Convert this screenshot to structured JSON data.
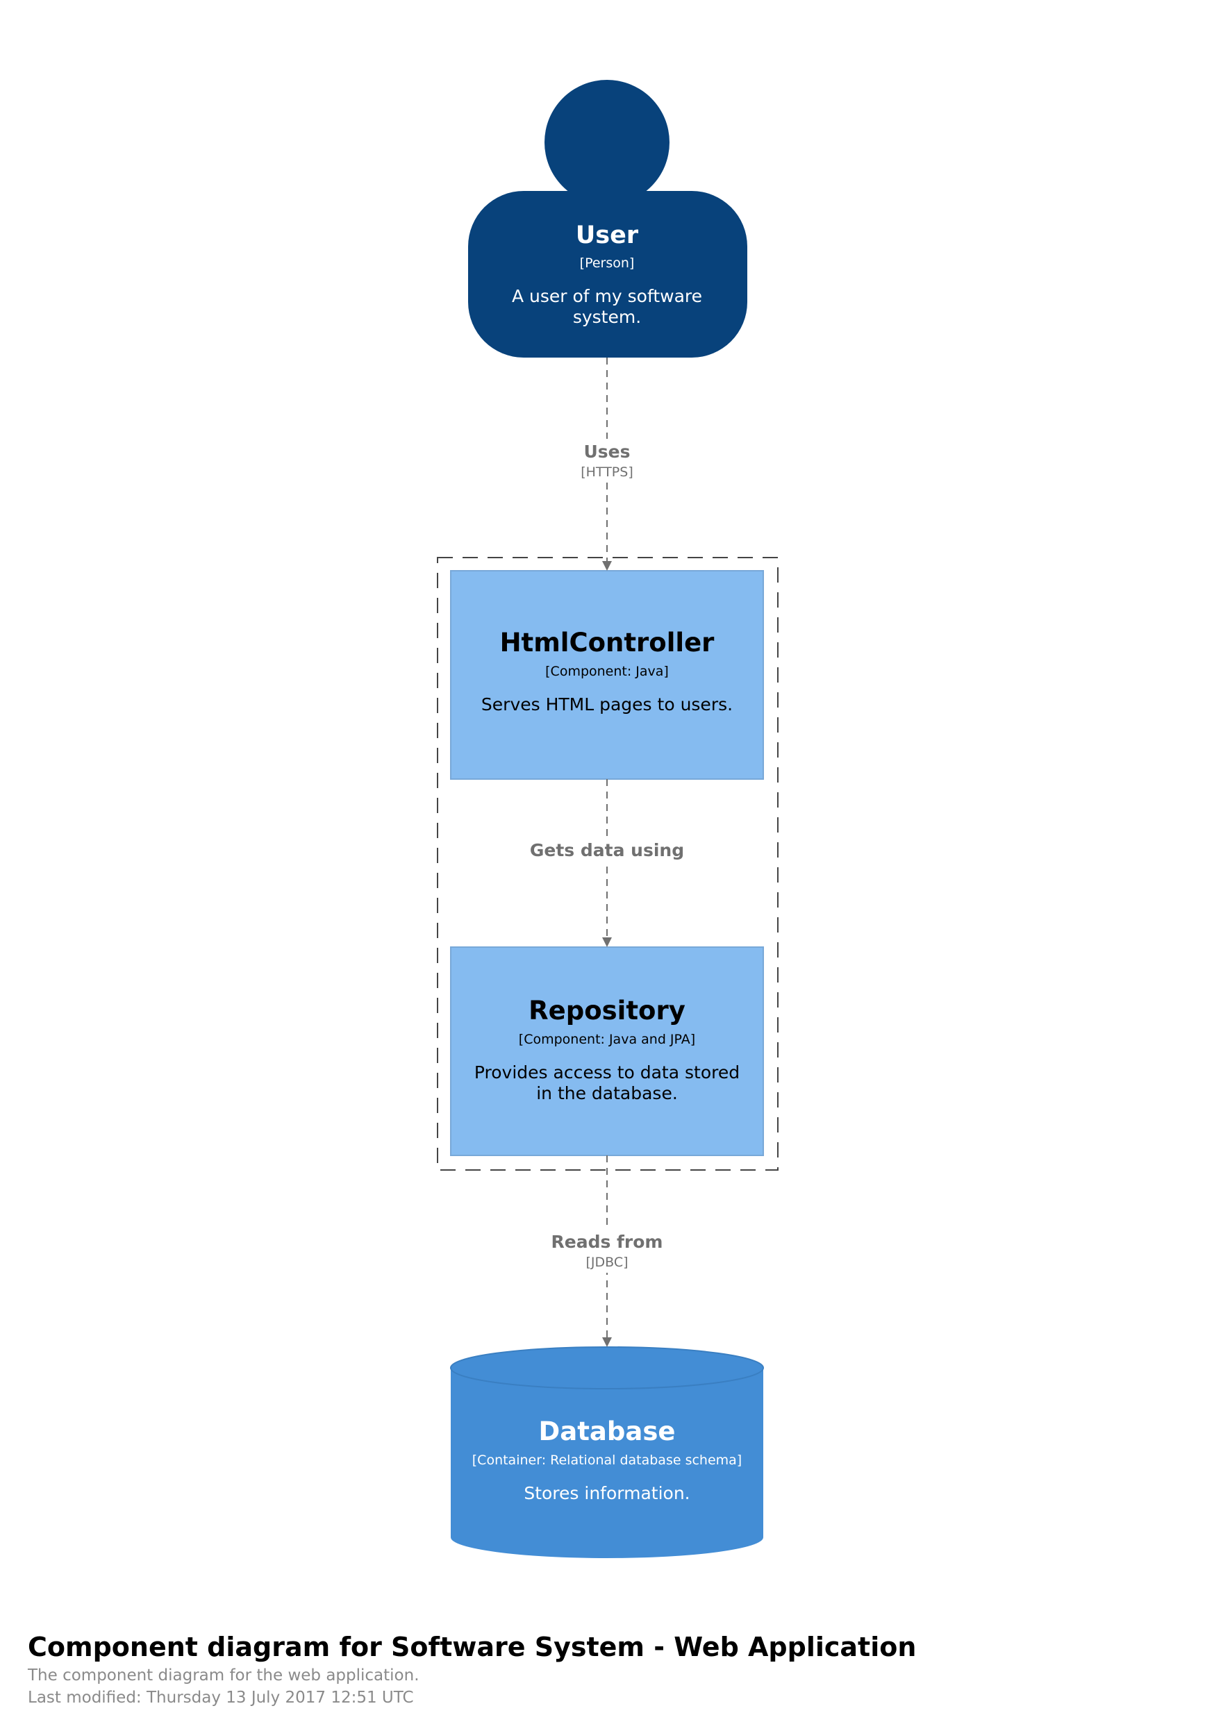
{
  "diagram": {
    "colors": {
      "person": "#08427b",
      "component": "#85bbf0",
      "component_border": "#78a8d8",
      "container": "#438dd5",
      "edge": "#707070",
      "boundary": "#444444"
    },
    "nodes": {
      "user": {
        "name": "User",
        "type": "[Person]",
        "description": "A user of my software system."
      },
      "html_controller": {
        "name": "HtmlController",
        "type": "[Component: Java]",
        "description": "Serves HTML pages to users."
      },
      "repository": {
        "name": "Repository",
        "type": "[Component: Java and JPA]",
        "description": "Provides access to data stored in the database."
      },
      "database": {
        "name": "Database",
        "type": "[Container: Relational database schema]",
        "description": "Stores information."
      }
    },
    "edges": {
      "uses": {
        "description": "Uses",
        "technology": "[HTTPS]"
      },
      "gets_data": {
        "description": "Gets data using"
      },
      "reads_from": {
        "description": "Reads from",
        "technology": "[JDBC]"
      }
    }
  },
  "footer": {
    "title": "Component diagram for Software System - Web Application",
    "description": "The component diagram for the web application.",
    "last_modified": "Last modified: Thursday 13 July 2017 12:51 UTC"
  }
}
